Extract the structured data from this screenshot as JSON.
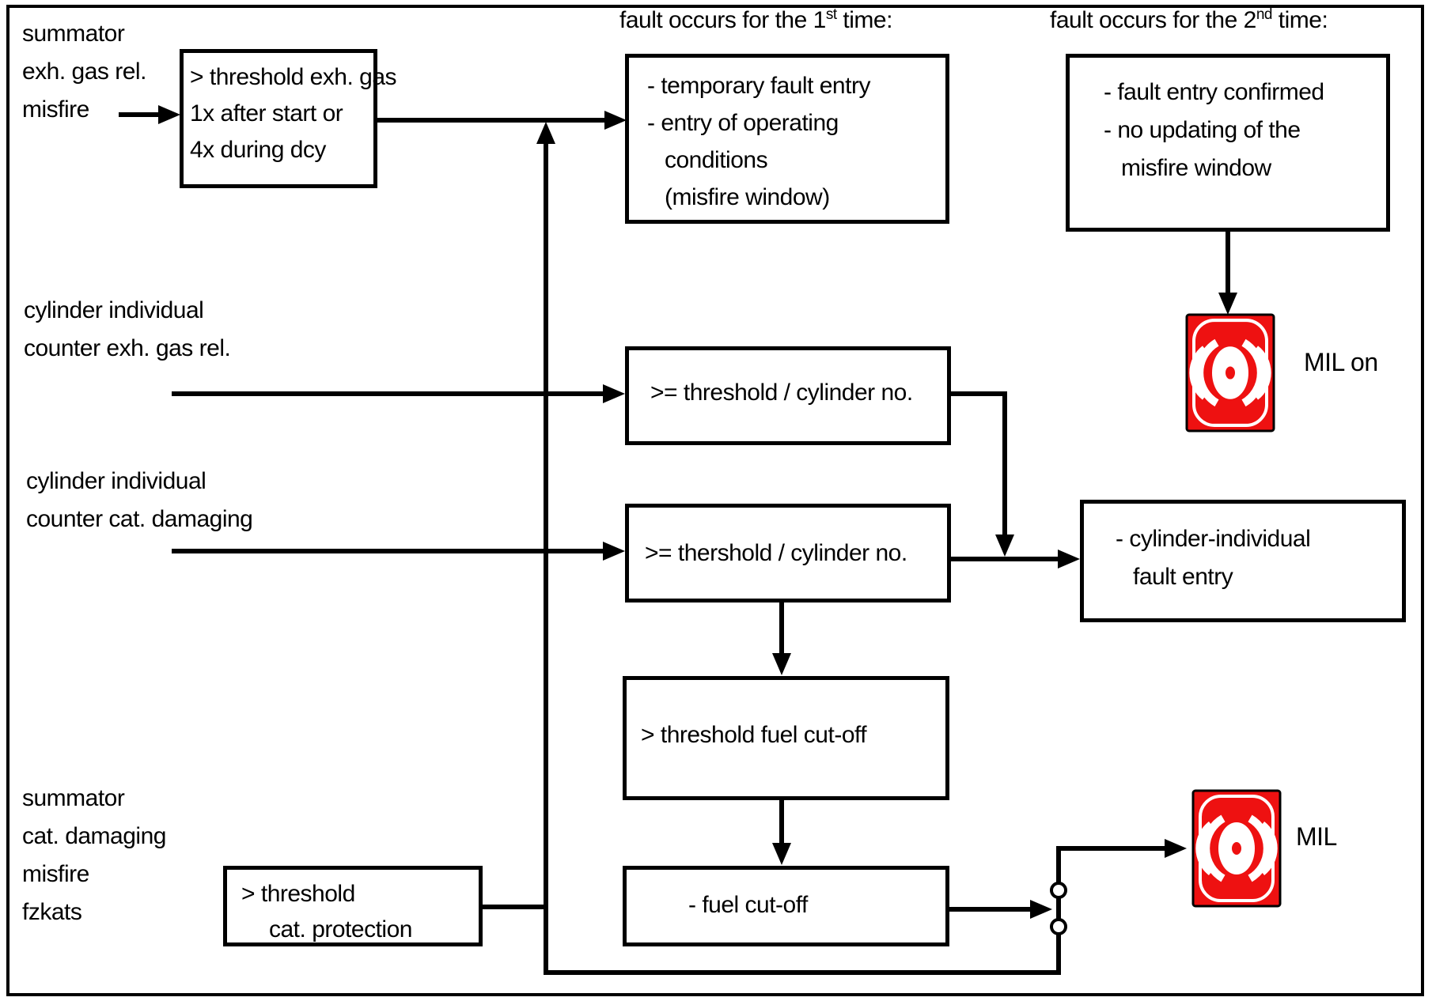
{
  "diagram": {
    "headings": {
      "first": {
        "prefix": "fault occurs for the 1",
        "sup": "st",
        "suffix": " time:"
      },
      "second": {
        "prefix": "fault occurs for the 2",
        "sup": "nd",
        "suffix": " time:"
      }
    },
    "inputs": {
      "summator_exh": {
        "lines": [
          "summator",
          "exh. gas rel.",
          "misfire"
        ]
      },
      "cyl_exh": {
        "lines": [
          "cylinder individual",
          "counter exh. gas rel."
        ]
      },
      "cyl_cat": {
        "lines": [
          "cylinder individual",
          "counter cat. damaging"
        ]
      },
      "summator_cat": {
        "lines": [
          "summator",
          "cat. damaging",
          "misfire",
          "fzkats"
        ]
      }
    },
    "boxes": {
      "threshold_exh": {
        "lines": [
          "> threshold exh. gas",
          "1x after start or",
          "4x during dcy"
        ]
      },
      "first_fault": {
        "lines": [
          "- temporary fault entry",
          "- entry of operating",
          "conditions",
          "(misfire window)"
        ]
      },
      "second_fault": {
        "lines": [
          "- fault entry confirmed",
          "- no updating of the",
          "misfire window"
        ]
      },
      "threshold_cyl_exh": {
        "lines": [
          ">= threshold / cylinder no."
        ]
      },
      "threshold_cyl_cat": {
        "lines": [
          ">= thershold / cylinder no."
        ]
      },
      "cyl_fault_entry": {
        "lines": [
          "- cylinder-individual",
          "fault entry"
        ]
      },
      "threshold_fuel": {
        "lines": [
          "> threshold fuel cut-off"
        ]
      },
      "fuel_cutoff": {
        "lines": [
          "- fuel cut-off"
        ]
      },
      "threshold_cat": {
        "lines": [
          "> threshold",
          "cat. protection"
        ]
      }
    },
    "labels": {
      "mil_on": "MIL on",
      "mil": "MIL"
    },
    "colors": {
      "line": "#000000",
      "mil_red": "#ee1111",
      "background": "#ffffff"
    }
  }
}
